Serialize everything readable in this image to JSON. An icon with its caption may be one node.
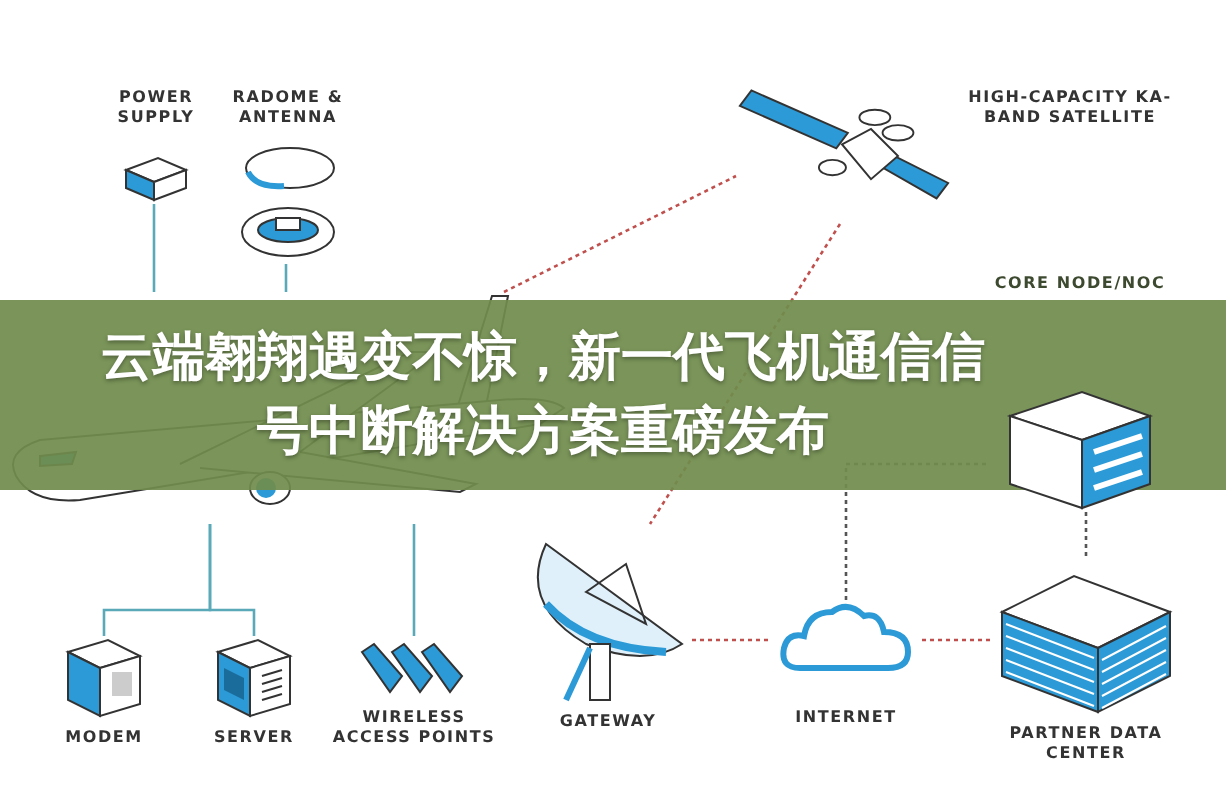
{
  "diagram": {
    "title": "云端翱翔遇变不惊，新一代飞机通信信号中断解决方案重磅发布",
    "nodes": [
      {
        "text": [
          "POWER SUPPLY"
        ]
      },
      {
        "text": [
          "RADOME & ANTENNA"
        ]
      },
      {
        "text": [
          "HIGH-CAPACITY KA-BAND SATELLITE"
        ]
      },
      {
        "text": [],
        "shape": "picture"
      },
      {
        "text": [
          "CORE NODE/NOC"
        ]
      },
      {
        "text": [
          "MODEM"
        ]
      },
      {
        "text": [
          "SERVER"
        ]
      },
      {
        "text": [
          "WIRELESS ACCESS POINTS"
        ]
      },
      {
        "text": [
          "GATEWAY"
        ]
      },
      {
        "text": [
          "INTERNET"
        ]
      },
      {
        "text": [
          "PARTNER DATA CENTER"
        ]
      }
    ],
    "edges": [
      {
        "from": 0,
        "to": 3,
        "arrow": "none"
      },
      {
        "from": 1,
        "to": 3,
        "arrow": "none"
      },
      {
        "from": 3,
        "to": 5,
        "arrow": "none"
      },
      {
        "from": 3,
        "to": 6,
        "arrow": "none"
      },
      {
        "from": 3,
        "to": 7,
        "arrow": "none"
      },
      {
        "from": 3,
        "to": 2,
        "arrow": "none",
        "style": "dashed",
        "color": "#c0504d"
      },
      {
        "from": 2,
        "to": 8,
        "arrow": "none",
        "style": "dashed",
        "color": "#c0504d"
      },
      {
        "from": 8,
        "to": 9,
        "arrow": "none",
        "style": "dashed",
        "color": "#c0504d"
      },
      {
        "from": 9,
        "to": 10,
        "arrow": "none",
        "style": "dashed",
        "color": "#c0504d"
      },
      {
        "from": 9,
        "to": 4,
        "arrow": "none",
        "style": "dashed",
        "color": "#555555"
      },
      {
        "from": 4,
        "to": 10,
        "arrow": "none",
        "style": "dashed",
        "color": "#555555"
      }
    ]
  }
}
